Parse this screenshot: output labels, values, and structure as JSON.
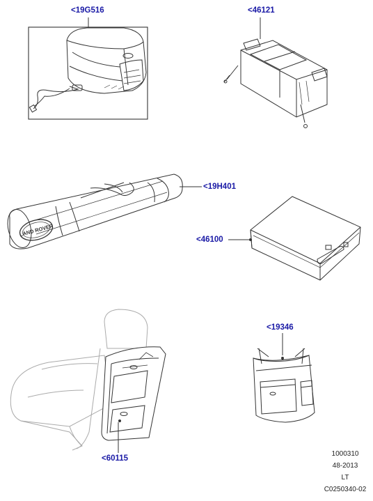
{
  "callouts": {
    "cool_box": "<19G516",
    "storage_box": "<46121",
    "ski_bag": "<19H401",
    "first_aid_kit": "<46100",
    "waste_bag": "<19346",
    "seat_back_organiser": "<60115"
  },
  "reference": {
    "line1": "1000310",
    "line2": "48-2013",
    "line3": "LT",
    "line4": "C0250340-02"
  },
  "logo_text": "LAND ROVER",
  "colors": {
    "callout": "#1a1aa6",
    "ink": "#333333"
  }
}
